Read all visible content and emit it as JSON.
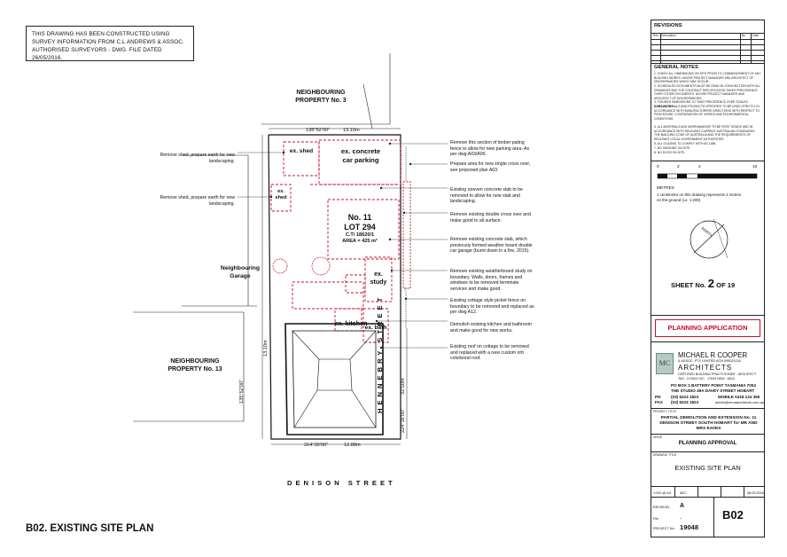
{
  "survey_note": "THIS DRAWING HAS BEEN CONSTRUCTED USING SURVEY INFORMATION FROM C.L ANDREWS & ASSOC. AUTHORISED SURVEYORS - DWG. FILE DATED 26/05/2016.",
  "drawing_title": "B02. EXISTING SITE PLAN",
  "streets": {
    "south": "DENISON STREET",
    "east": "HENNEBRY STREET"
  },
  "plan_labels": {
    "neighbour_3": "NEIGHBOURING PROPERTY No. 3",
    "neighbour_13": "NEIGHBOURING PROPERTY No. 13",
    "neighbour_garage": "Neighbouring Garage",
    "shed1": "ex. shed",
    "shed2": "ex. shed",
    "parking": "ex. concrete car parking",
    "lot_no": "No. 11",
    "lot": "LOT 294",
    "ct": "C.T/ 18620/1",
    "area": "AREA = 425 m²",
    "study": "ex. study",
    "kitchen": "ex. kitchen",
    "bath": "ex. bath"
  },
  "dimensions": {
    "top_bearing": "135°52'00\"",
    "top_length": "13.10m",
    "left_bearing": "135°52'00\"",
    "left_length": "13.10m",
    "right_bearing": "224°16'00\"",
    "right_length": "32.50m",
    "bottom_bearing": "314°39'00\"",
    "bottom_length": "12.88m"
  },
  "left_notes": [
    "Remove shed, prepare earth for new landscaping.",
    "Remove shed, prepare earth for new landscaping."
  ],
  "right_notes": [
    "Remove this section of timber paling fence to allow for new parking area. As per dwg A03/A06.",
    "Prepare area for new single cross over, see proposed plan A03.",
    "Existing uneven concrete slab to be removed to allow for new slab and landscaping.",
    "Remove existing double cross over and make good to all surface.",
    "Remove existing concrete slab, which previously formed weather board double car garage (burnt down in a fire, 2015).",
    "Remove existing weatherboard study on boundary. Walls, doors, frames and windows to be removed terminate services and make good.",
    "Existing cottage style picket fence on boundary to be removed and replaced as per dwg A12.",
    "Demolish existing kitchen and bathroom and make good for new works.",
    "Existing roof on cottage to be removed and replaced with a new custom orb colorbond roof."
  ],
  "title_block": {
    "revisions_title": "REVISIONS",
    "rev_cols": [
      "Rev",
      "Description",
      "By",
      "Date"
    ],
    "general_notes_title": "GENERAL NOTES",
    "general_notes": [
      "1. CHECK ALL DIMENSIONS ON SITE PRIOR TO COMMENCEMENT OF ANY BUILDING WORKS. ADVISE PROJECT MANAGER AND ARCHITECT OF DISCREPANCIES WHICH MAY OCCUR.",
      "2. SCHEDULED DOCUMENTS MUST BE READ IN CONJUNCTION WITH ALL DRAWINGS AND THE CONTRACT SPECIFICATION TAKES PRECEDENCE OVER OTHER DOCUMENTS. ADVISE PROJECT MANAGER AND ARCHITECT OF DISCREPANCIES.",
      "3. FIGURED DIMENSIONS TO TAKE PRECEDENCE OVER SCALED DIMENSIONS.",
      "4. ALL MATERIALS AND PRODUCTS SPECIFIED TO BE USED STRICTLY IN ACCORDANCE WITH MANUFACTURERS DIRECTIONS WITH RESPECT TO PROCEDURE, COORDINATION OF WORKS AND ENVIRONMENTAL CONDITIONS.",
      "5. ALL MATERIALS AND WORKMANSHIP TO BE FIRST GRADE AND IN ACCORDANCE WITH RELEVANT CURRENT AUSTRALIAN STANDARDS, THE BUILDING CODE OF AUSTRALIA AND THE REQUIREMENTS OF RELEVANT LOCAL GOVERNMENT AUTHORITIES.",
      "6. ALL GLAZING TO COMPLY WITH AS 1288.",
      "7. NO SMOKING ON SITE.",
      "8. NO DOGS ON SITE."
    ],
    "scale_ticks": [
      "0",
      "2",
      "4",
      "10"
    ],
    "scale_unit": "METRES",
    "scale_note": "1 centimetre on this drawing represents 2 metres on the ground (i.e. 1:200)",
    "north_label": "NORTH",
    "sheet_prefix": "SHEET No.",
    "sheet_no": "2",
    "sheet_suffix": "OF 19",
    "planning_app": "PLANNING APPLICATION",
    "firm_name": "MICHAEL R COOPER",
    "firm_line": "& ASSOC. PTY LIMITED     ACN 095021134",
    "firm_arch": "ARCHITECTS",
    "firm_cert": "CERTIFIED BUILDING PRACTITIONER - ARCHITECT",
    "firm_regs": "TAS - CC902J     VIC - 17633     NSW - 6523",
    "firm_logo_text": "MC",
    "address1": "PO BOX 1 BATTERY POINT TASMANIA 7004",
    "address2": "THE STUDIO 49A DAVEY STREET HOBART",
    "phone_label": "PH",
    "phone": "(03) 6224 1823",
    "mobile": "MOBILE 0418 124 355",
    "fax_label": "FAX",
    "fax": "(03) 6224 1823",
    "email": "admin@mrcaarchitects.com.au",
    "project_title_label": "PROJECT TITLE",
    "project_title": "PARTIAL DEMOLITION AND EXTENSION No. 11 DENISON STREET SOUTH HOBART for MR AND MRS EAVES",
    "issue_label": "ISSUE",
    "issue": "PLANNING APPROVAL",
    "drawing_title_label": "DRAWING TITLE",
    "drawing_title": "EXISTING SITE PLAN",
    "scale": "1:200 @ A3",
    "drawn": "AEC",
    "date": "08.09.2016",
    "revision_label": "REVISION",
    "revision": "A",
    "file_label": "File",
    "file": "-",
    "project_no_label": "PROJECT No.",
    "project_no": "19048",
    "sheet_code": "B02"
  }
}
